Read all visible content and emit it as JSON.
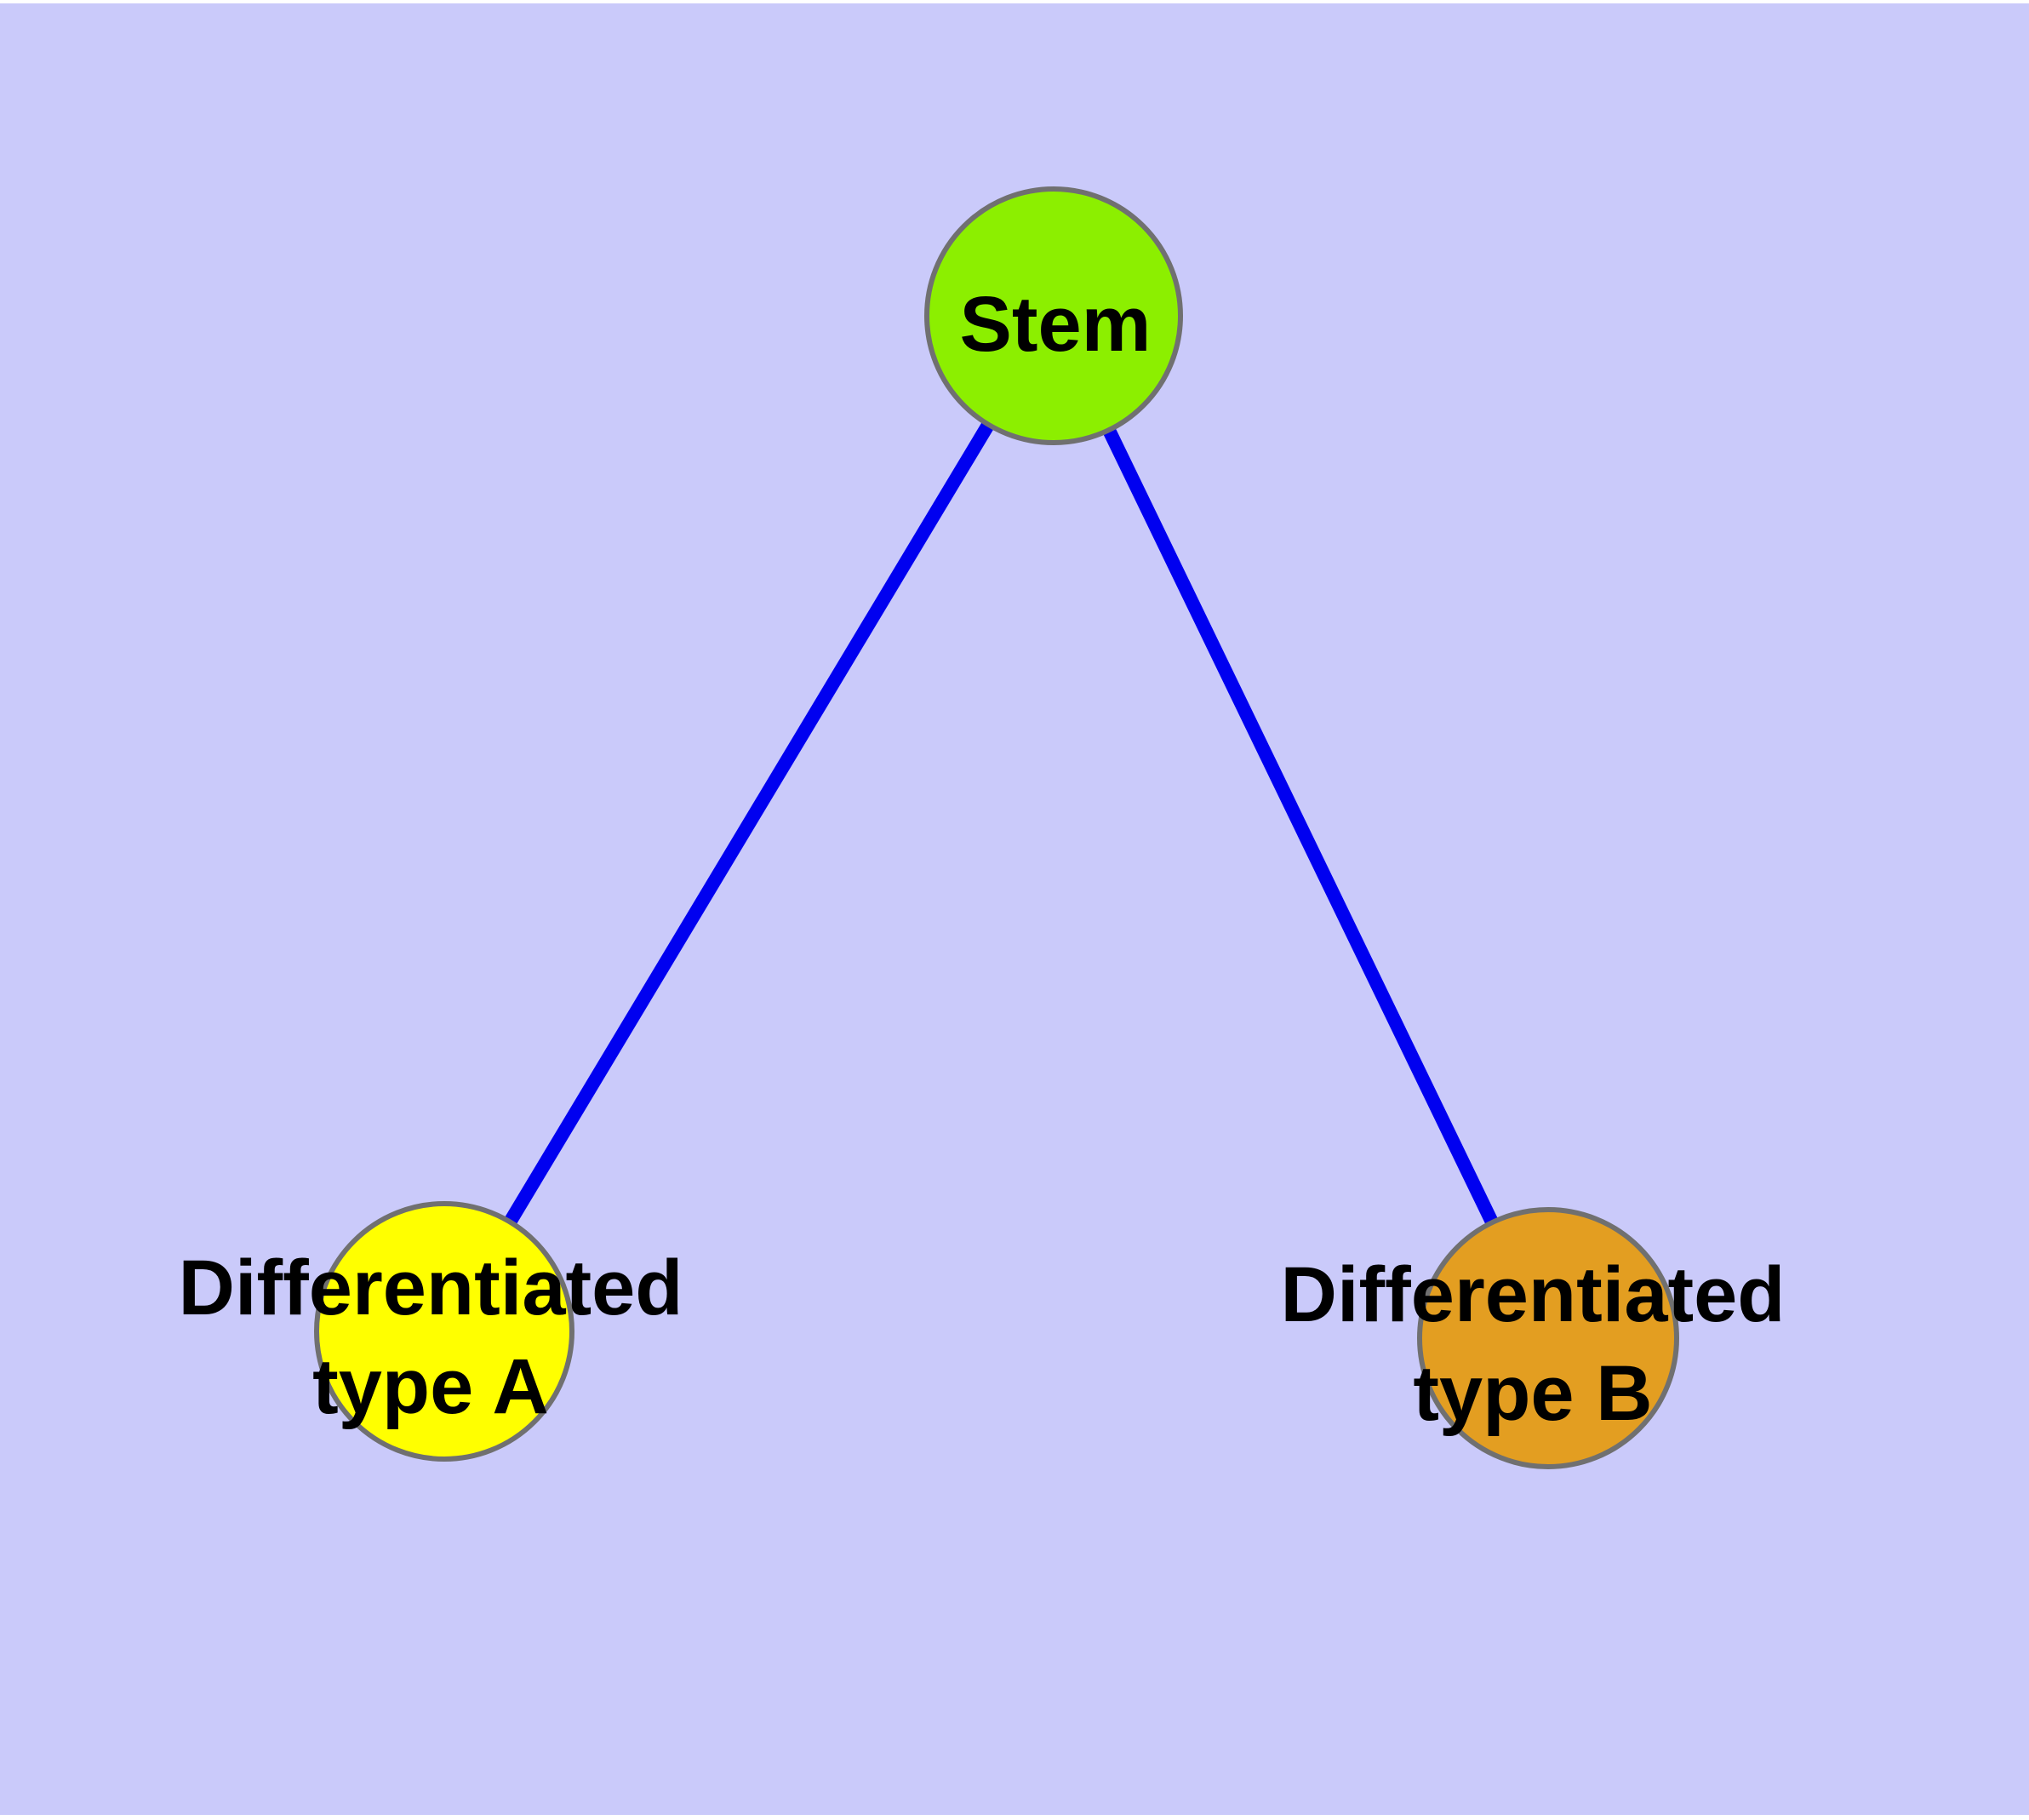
{
  "canvas": {
    "background_color": "#CACAFA",
    "margin_color": "#FFFFFF"
  },
  "edges": {
    "color": "#0000F0",
    "items": [
      {
        "from": "Stem",
        "to": "Differentiated type A"
      },
      {
        "from": "Stem",
        "to": "Differentiated type B"
      }
    ]
  },
  "nodes": {
    "border_color": "#707070",
    "label_color": "#000000",
    "stem": {
      "label": "Stem",
      "fill": "#8CEF00"
    },
    "type_a": {
      "label_line1": "Differentiated",
      "label_line2": "type A",
      "fill": "#FFFF00"
    },
    "type_b": {
      "label_line1": "Differentiated",
      "label_line2": "type B",
      "fill": "#E39E21"
    }
  }
}
